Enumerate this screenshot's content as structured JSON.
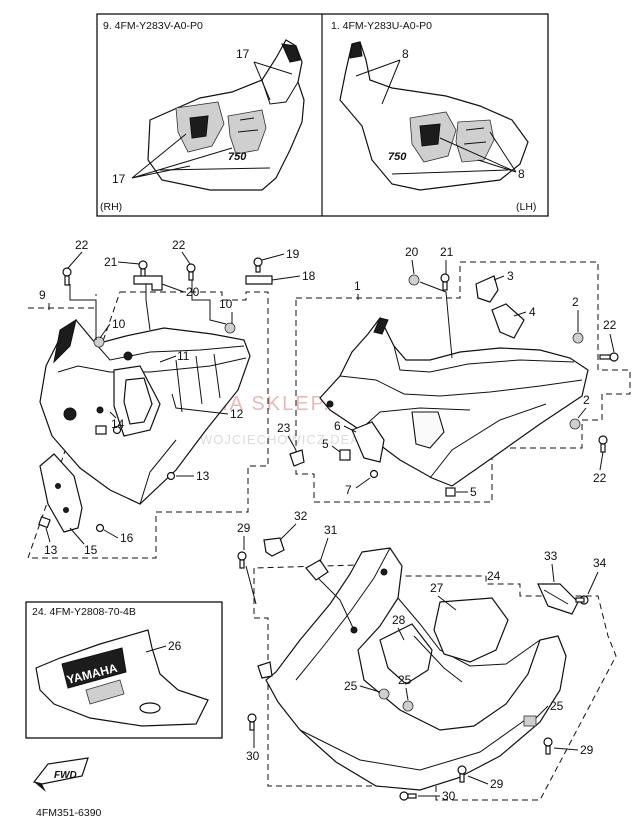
{
  "inset_rh": {
    "header": "9. 4FM-Y283V-A0-P0",
    "side": "(RH)",
    "callouts": [
      "17",
      "17"
    ],
    "decal_text": "750"
  },
  "inset_lh": {
    "header": "1. 4FM-Y283U-A0-P0",
    "side": "(LH)",
    "callouts": [
      "8",
      "8"
    ],
    "decal_text": "750"
  },
  "inset_24": {
    "header": "24. 4FM-Y2808-70-4B",
    "callout": "26",
    "decal_text": "YAMAHA"
  },
  "left_group": {
    "group_no": "9",
    "callouts": [
      "22",
      "21",
      "22",
      "19",
      "18",
      "20",
      "10",
      "10",
      "11",
      "12",
      "14",
      "13",
      "16",
      "15",
      "13"
    ]
  },
  "right_group": {
    "group_no": "1",
    "callouts": [
      "20",
      "21",
      "3",
      "4",
      "2",
      "22",
      "2",
      "22",
      "23",
      "6",
      "5",
      "7",
      "5"
    ]
  },
  "lower_group": {
    "group_no": "24",
    "callouts": [
      "29",
      "32",
      "31",
      "33",
      "34",
      "27",
      "28",
      "25",
      "25",
      "25",
      "30",
      "29",
      "29",
      "30"
    ]
  },
  "fwd_label": "FWD",
  "figure_code": "4FM351-6390",
  "watermark": {
    "line1": "YAMAHA SKLEP.PL",
    "line2": "WOJCIECHOWICZ DEALER YAMAHA"
  }
}
